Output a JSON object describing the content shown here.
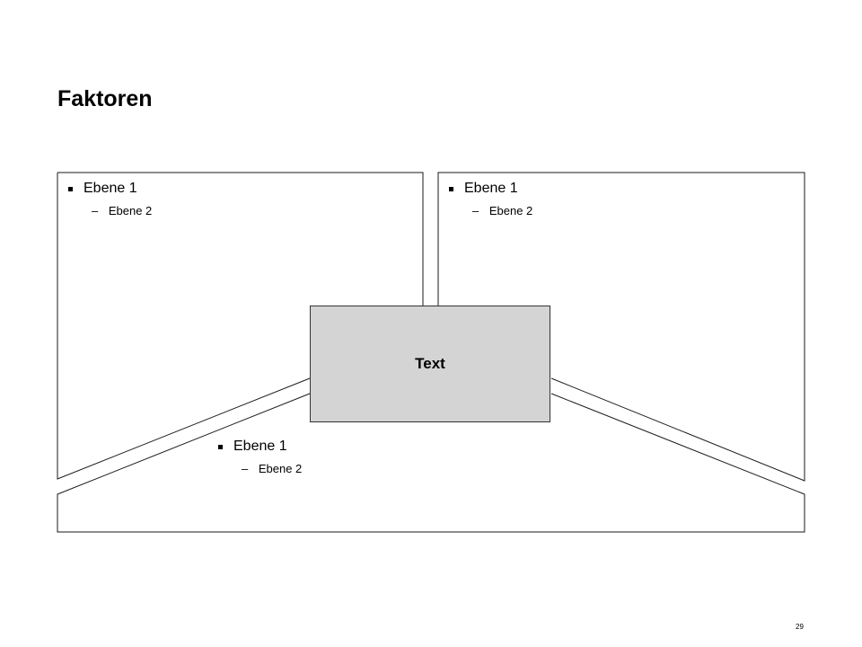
{
  "title": "Faktoren",
  "panels": [
    {
      "level1": "Ebene 1",
      "level2": "Ebene 2"
    },
    {
      "level1": "Ebene 1",
      "level2": "Ebene 2"
    },
    {
      "level1": "Ebene 1",
      "level2": "Ebene 2"
    }
  ],
  "level2_marker": "–",
  "center_label": "Text",
  "page_number": "29",
  "colors": {
    "outline": "#1a1a1a",
    "center_fill": "#d4d4d4",
    "background": "#ffffff"
  }
}
